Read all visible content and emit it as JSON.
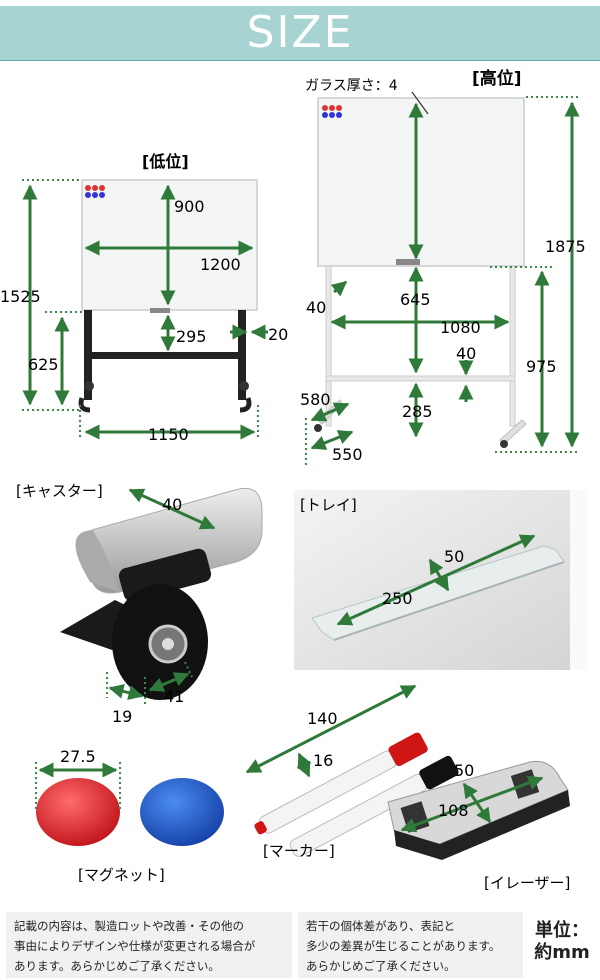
{
  "header": {
    "title": "SIZE"
  },
  "low": {
    "label": "[低位]",
    "dims": {
      "total_height": "1525",
      "board_height": "900",
      "board_width": "1200",
      "bottom_height": "625",
      "frame_gap": "295",
      "frame_thickness": "20",
      "base_width": "1150"
    }
  },
  "high": {
    "label": "[高位]",
    "glass": "ガラス厚さ：4",
    "dims": {
      "total_height": "1875",
      "side_width": "40",
      "mid_height": "645",
      "frame_width": "1080",
      "bottom_height": "975",
      "bar_height": "40",
      "base_depth": "580",
      "lower_height": "285",
      "base_inner": "550"
    }
  },
  "caster": {
    "label": "[キャスター]",
    "width": "40",
    "wheel_w": "19",
    "wheel_d": "41"
  },
  "tray": {
    "label": "[トレイ]",
    "depth": "50",
    "length": "250"
  },
  "magnet": {
    "label": "[マグネット]",
    "diameter": "27.5"
  },
  "marker": {
    "label": "[マーカー]",
    "length": "140",
    "diameter": "16"
  },
  "eraser": {
    "label": "[イレーザー]",
    "width": "50",
    "length": "108"
  },
  "notes": {
    "note1": [
      "記載の内容は、製造ロットや改善・その他の",
      "事由によりデザインや仕様が変更される場合が",
      "あります。あらかじめご了承ください。"
    ],
    "note2": [
      "若干の個体差があり、表記と",
      "多少の差異が生じることがあります。",
      "あらかじめご了承ください。"
    ],
    "unit": [
      "単位：",
      "約mm"
    ]
  },
  "colors": {
    "accent": "#a7d3d3",
    "arrow": "#2f7a3a",
    "dotted": "#3b8a4a"
  }
}
